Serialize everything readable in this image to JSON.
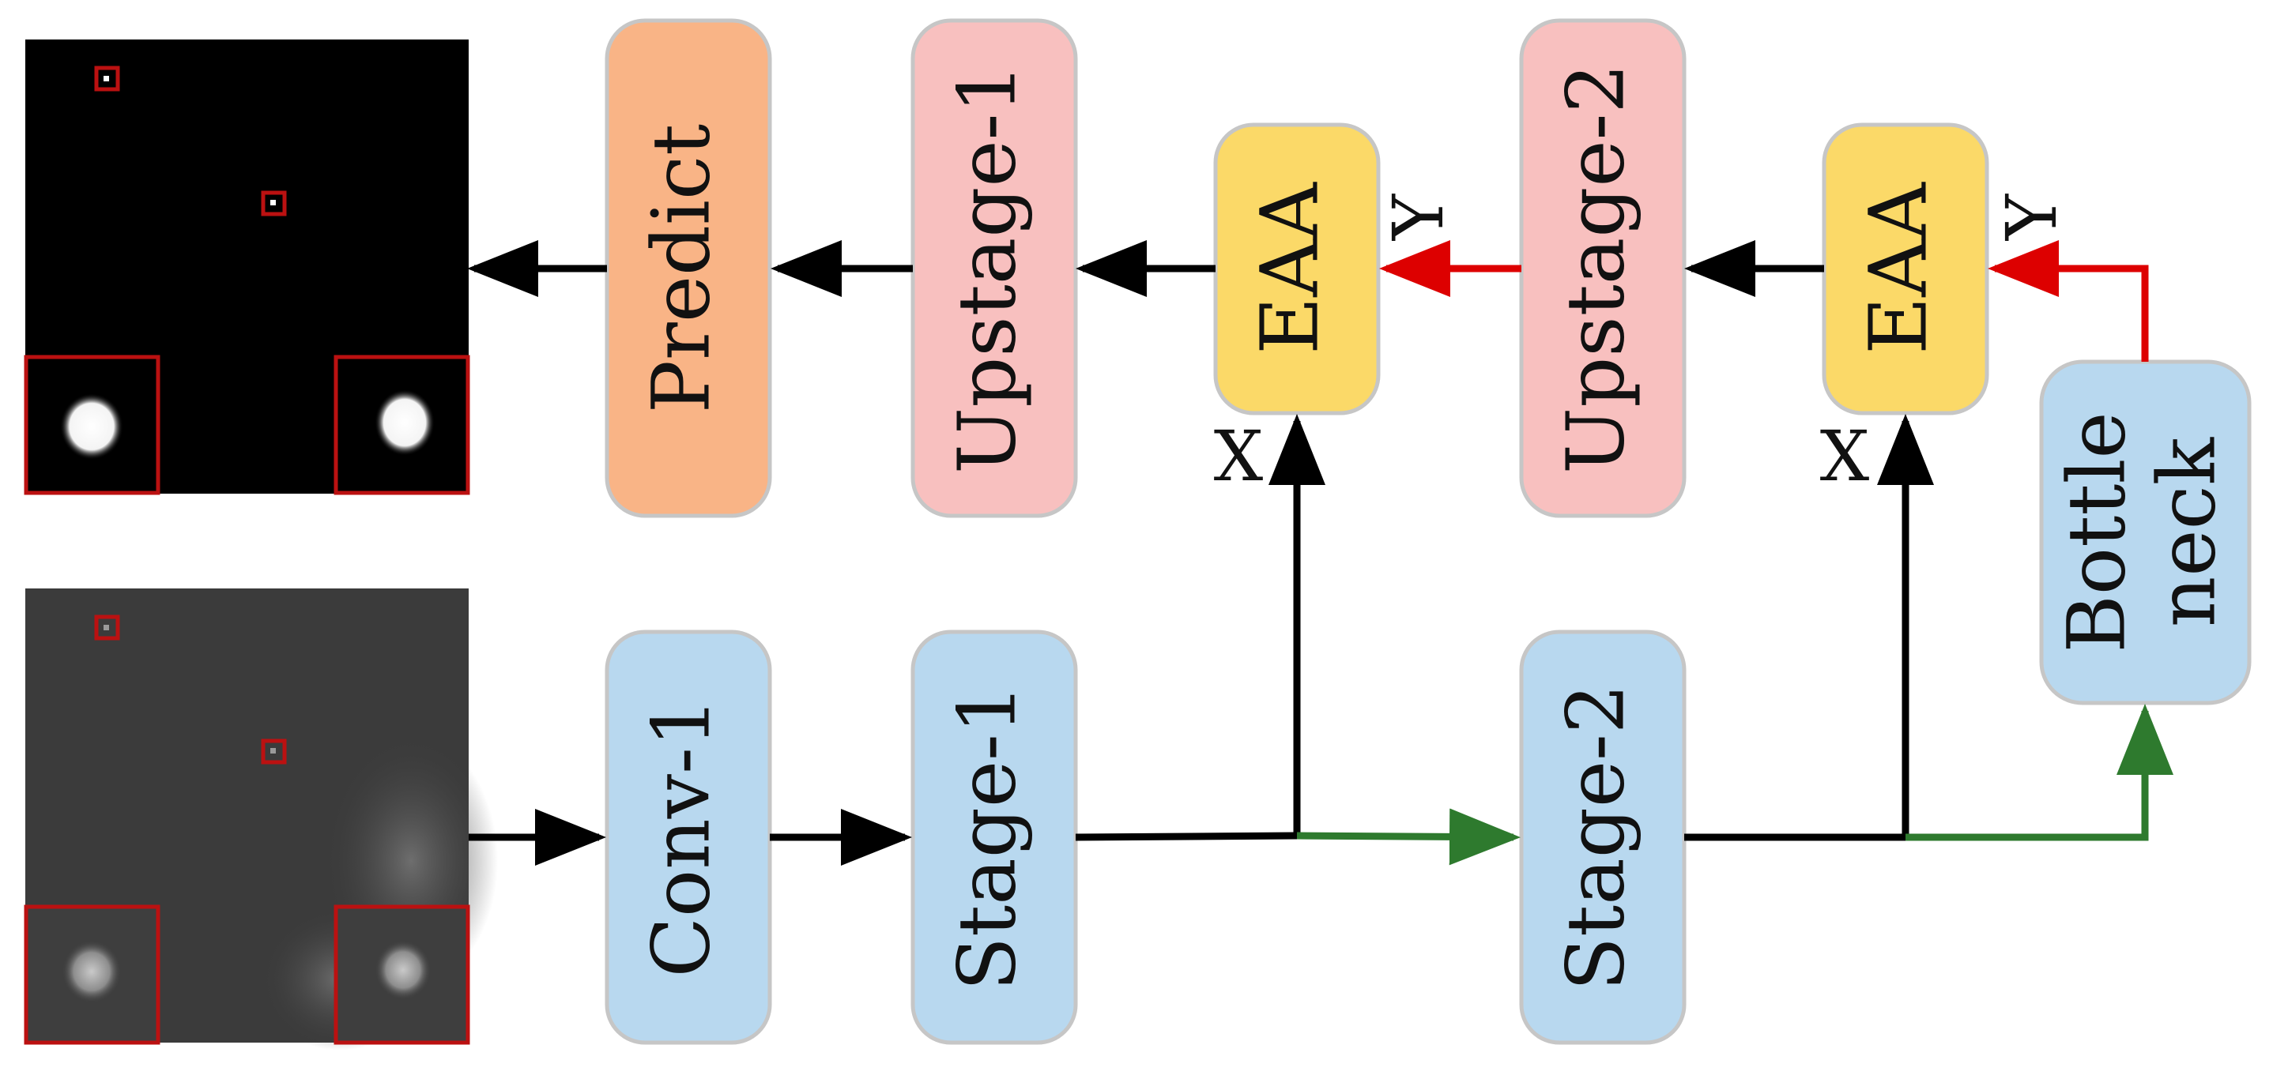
{
  "colors": {
    "encoder_block": "#b8d8ef",
    "decoder_block": "#f8c0bf",
    "attention_block": "#fbd968",
    "predict_block": "#f9b486",
    "block_border": "#c6c6c6",
    "arrow_black": "#000000",
    "arrow_red": "#dd0000",
    "arrow_green": "#2e7a2e",
    "zoom_box": "#bb1111"
  },
  "blocks": {
    "predict": "Predict",
    "upstage1": "Upstage-1",
    "eaa1": "EAA",
    "upstage2": "Upstage-2",
    "eaa2": "EAA",
    "bottleneck_line1": "Bottle",
    "bottleneck_line2": "neck",
    "conv1": "Conv-1",
    "stage1": "Stage-1",
    "stage2": "Stage-2"
  },
  "labels": {
    "x1": "X",
    "y1": "Y",
    "x2": "X",
    "y2": "Y"
  },
  "images": {
    "output_mask": "predicted-mask",
    "input_image": "infrared-input"
  }
}
